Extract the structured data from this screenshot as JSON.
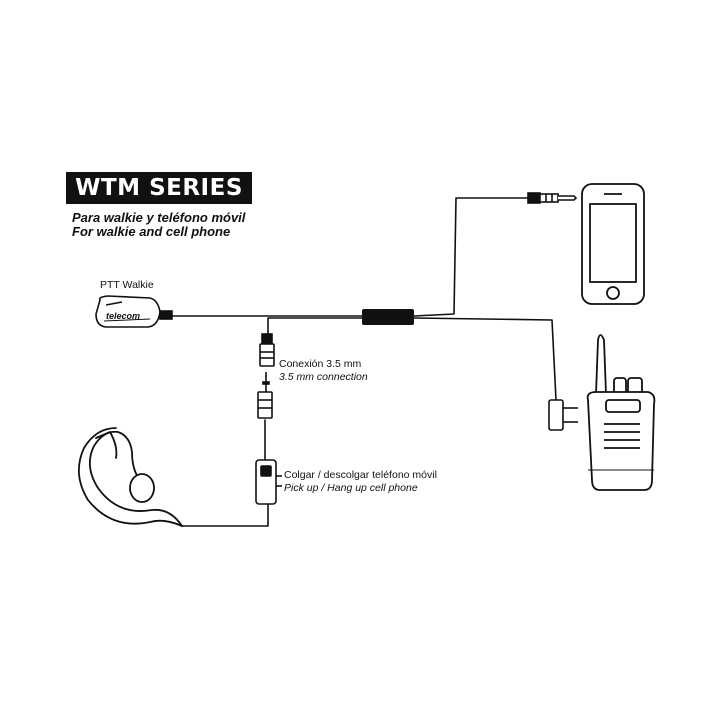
{
  "title": "WTM SERIES",
  "subtitle_es": "Para walkie y teléfono móvil",
  "subtitle_en": "For walkie and cell phone",
  "ptt_label": "PTT Walkie",
  "ptt_brand": "telecom",
  "connection_es": "Conexión 3.5 mm",
  "connection_en": "3.5 mm connection",
  "hangup_es": "Colgar / descolgar teléfono móvil",
  "hangup_en": "Pick up / Hang up cell phone"
}
